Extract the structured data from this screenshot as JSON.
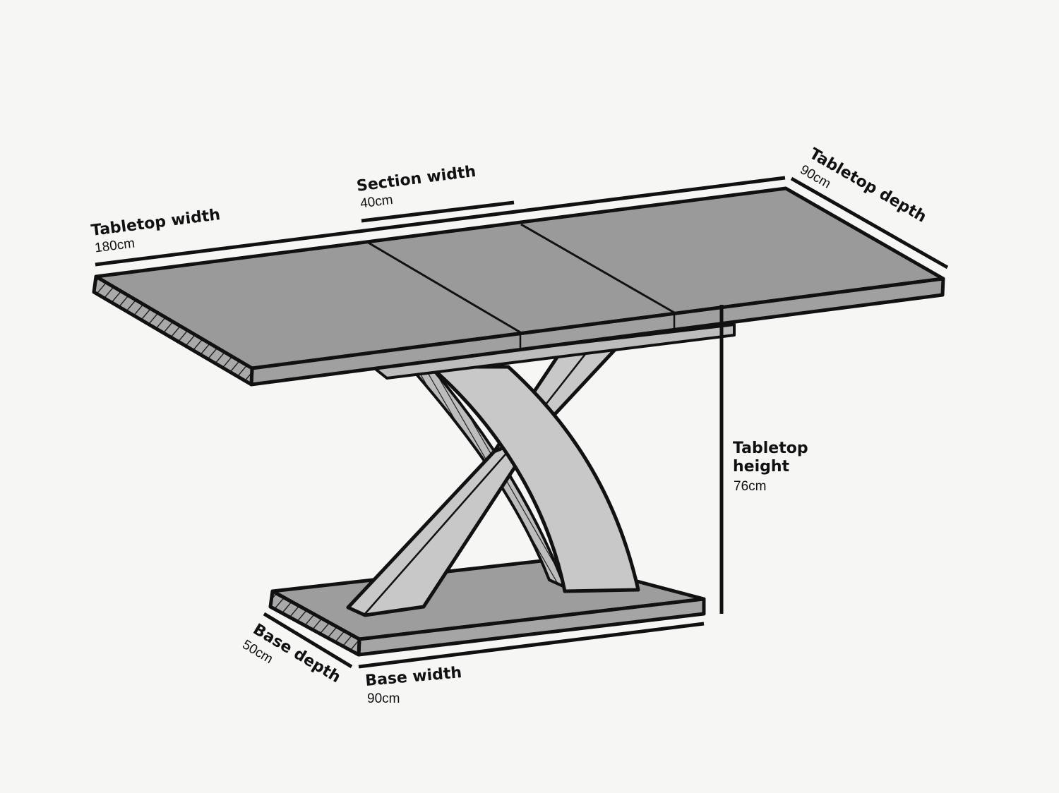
{
  "diagram": {
    "subject": "Extendable dining table with X-shaped pedestal base",
    "colors": {
      "background": "#f6f6f5",
      "tabletop": "#9a9a9a",
      "legs": "#c8c8c8",
      "base": "#9d9d9d",
      "outline": "#111111"
    },
    "dimensions": {
      "tabletop_width": {
        "title": "Tabletop width",
        "value": "180cm"
      },
      "section_width": {
        "title": "Section width",
        "value": "40cm"
      },
      "tabletop_depth": {
        "title": "Tabletop depth",
        "value": "90cm"
      },
      "tabletop_height": {
        "title_line1": "Tabletop",
        "title_line2": "height",
        "value": "76cm"
      },
      "base_depth": {
        "title": "Base depth",
        "value": "50cm"
      },
      "base_width": {
        "title": "Base width",
        "value": "90cm"
      }
    }
  }
}
